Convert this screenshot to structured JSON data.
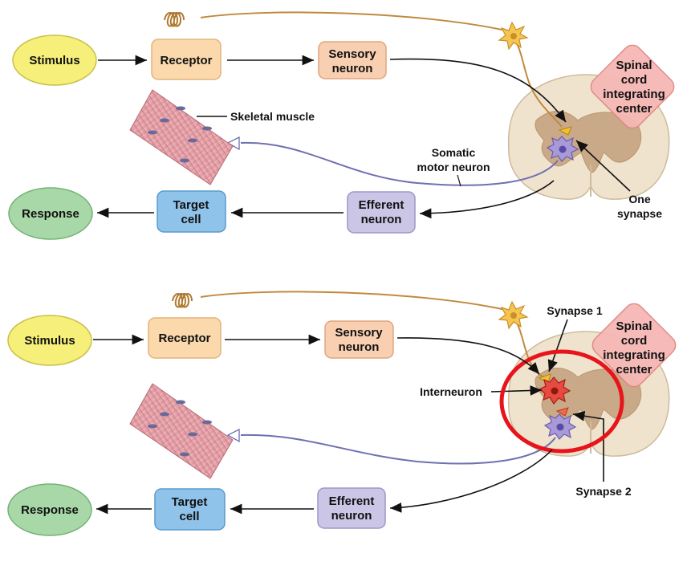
{
  "top": {
    "stimulus": "Stimulus",
    "receptor": "Receptor",
    "sensory": [
      "Sensory",
      "neuron"
    ],
    "spinal": [
      "Spinal",
      "cord",
      "integrating",
      "center"
    ],
    "skeletal_muscle": "Skeletal muscle",
    "somatic": [
      "Somatic",
      "motor neuron"
    ],
    "one_synapse": [
      "One",
      "synapse"
    ],
    "target": [
      "Target",
      "cell"
    ],
    "efferent": [
      "Efferent",
      "neuron"
    ],
    "response": "Response"
  },
  "bottom": {
    "stimulus": "Stimulus",
    "receptor": "Receptor",
    "sensory": [
      "Sensory",
      "neuron"
    ],
    "synapse1": "Synapse 1",
    "spinal": [
      "Spinal",
      "cord",
      "integrating",
      "center"
    ],
    "interneuron": "Interneuron",
    "synapse2": "Synapse 2",
    "target": [
      "Target",
      "cell"
    ],
    "efferent": [
      "Efferent",
      "neuron"
    ],
    "response": "Response"
  },
  "colors": {
    "stimulus": "#f6ef7a",
    "receptor": "#fbd9ac",
    "sensory": "#f8cfb1",
    "spinal": "#f6b8b5",
    "target": "#8fc3ea",
    "efferent": "#cbc5e6",
    "response": "#a8d8a8",
    "highlight": "#e8141c",
    "cord_outer": "#efe3cd",
    "cord_inner": "#c9a987"
  }
}
